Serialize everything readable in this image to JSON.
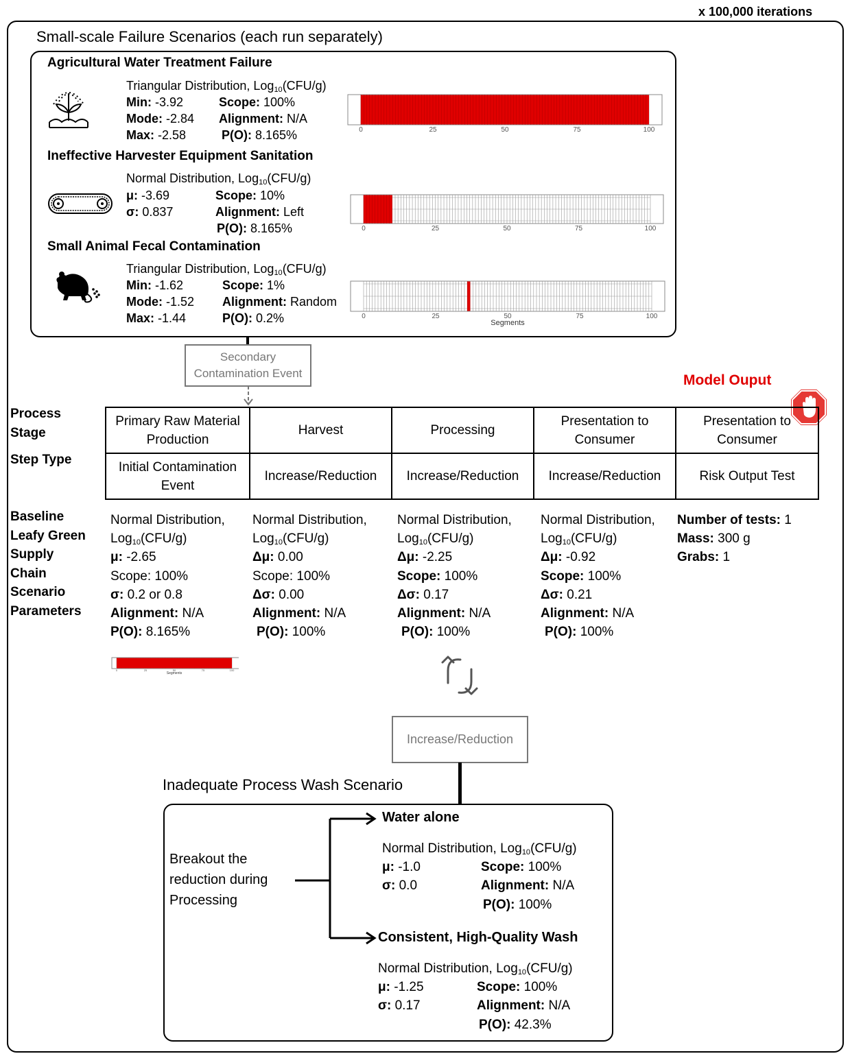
{
  "iterations": "x 100,000 iterations",
  "small_scale": {
    "title": "Small-scale Failure Scenarios (each run separately)",
    "scenarios": [
      {
        "title": "Agricultural Water Treatment Failure",
        "icon": "sprinkler-plant-icon",
        "dist": "Triangular Distribution, Log",
        "dist_sub": "10",
        "dist_unit": "(CFU/g)",
        "p1_k": "Min:",
        "p1_v": " -3.92",
        "p2_k": "Mode:",
        "p2_v": " -2.84",
        "p3_k": "Max:",
        "p3_v": " -2.58",
        "scope_k": "Scope:",
        "scope_v": " 100%",
        "align_k": "Alignment:",
        "align_v": " N/A",
        "po_k": "P(O):",
        "po_v": " 8.165%"
      },
      {
        "title": "Ineffective Harvester Equipment Sanitation",
        "icon": "conveyor-belt-icon",
        "dist": "Normal Distribution, Log",
        "dist_sub": "10",
        "dist_unit": "(CFU/g)",
        "p1_k": "μ:",
        "p1_v": " -3.69",
        "p2_k": "σ:",
        "p2_v": " 0.837",
        "scope_k": "Scope:",
        "scope_v": " 10%",
        "align_k": "Alignment:",
        "align_v": " Left",
        "po_k": "P(O):",
        "po_v": " 8.165%"
      },
      {
        "title": "Small Animal Fecal Contamination",
        "icon": "mouse-icon",
        "dist": "Triangular Distribution, Log",
        "dist_sub": "10",
        "dist_unit": "(CFU/g)",
        "p1_k": "Min:",
        "p1_v": " -1.62",
        "p2_k": "Mode:",
        "p2_v": " -1.52",
        "p3_k": "Max:",
        "p3_v": " -1.44",
        "scope_k": "Scope:",
        "scope_v": " 1%",
        "align_k": "Alignment:",
        "align_v": " Random",
        "po_k": "P(O):",
        "po_v": " 0.2%"
      }
    ],
    "segment_ticks": [
      "0",
      "25",
      "50",
      "75",
      "100"
    ],
    "segment_axis_label": "Segments"
  },
  "segment_strips": [
    {
      "from": 0,
      "to": 100
    },
    {
      "from": 0,
      "to": 10
    },
    {
      "from": 36,
      "to": 37
    },
    {
      "from": 0,
      "to": 100
    }
  ],
  "secondary_event": "Secondary Contamination Event",
  "model_output": "Model Ouput",
  "row_labels": {
    "process_stage": [
      "Process",
      "Stage"
    ],
    "step_type": "Step Type",
    "baseline": [
      "Baseline",
      "Leafy Green",
      "Supply",
      "Chain",
      "Scenario",
      "Parameters"
    ]
  },
  "stages": [
    "Primary Raw Material Production",
    "Harvest",
    "Processing",
    "Presentation to Consumer",
    "Presentation to Consumer"
  ],
  "step_types": [
    "Initial Contamination Event",
    "Increase/Reduction",
    "Increase/Reduction",
    "Increase/Reduction",
    "Risk Output Test"
  ],
  "baseline": {
    "c1": {
      "l1": "Normal Distribution,",
      "l2a": "Log",
      "l2sub": "10",
      "l2b": "(CFU/g)",
      "mu_k": "μ:",
      "mu_v": " -2.65",
      "scope": "Scope: 100%",
      "sig_k": "σ:",
      "sig_v": " 0.2 or 0.8",
      "al_k": "Alignment:",
      "al_v": " N/A",
      "po_k": "P(O):",
      "po_v": " 8.165%"
    },
    "c2": {
      "l1": "Normal Distribution,",
      "l2a": "Log",
      "l2sub": "10",
      "l2b": "(CFU/g)",
      "mu_k": "Δμ:",
      "mu_v": " 0.00",
      "scope": "Scope: 100%",
      "sig_k": "Δσ:",
      "sig_v": " 0.00",
      "al_k": "Alignment:",
      "al_v": " N/A",
      "po_k": "P(O):",
      "po_v": " 100%"
    },
    "c3": {
      "l1": "Normal Distribution,",
      "l2a": "Log",
      "l2sub": "10",
      "l2b": "(CFU/g)",
      "mu_k": "Δμ:",
      "mu_v": " -2.25",
      "scope_k": "Scope:",
      "scope_v": " 100%",
      "sig_k": "Δσ:",
      "sig_v": " 0.17",
      "al_k": "Alignment:",
      "al_v": " N/A",
      "po_k": "P(O):",
      "po_v": " 100%"
    },
    "c4": {
      "l1": "Normal Distribution,",
      "l2a": "Log",
      "l2sub": "10",
      "l2b": "(CFU/g)",
      "mu_k": "Δμ:",
      "mu_v": " -0.92",
      "scope_k": "Scope:",
      "scope_v": " 100%",
      "sig_k": "Δσ:",
      "sig_v": " 0.21",
      "al_k": "Alignment:",
      "al_v": " N/A",
      "po_k": "P(O):",
      "po_v": " 100%"
    },
    "c5": {
      "t_k": "Number of tests:",
      "t_v": " 1",
      "m_k": "Mass:",
      "m_v": " 300 g",
      "g_k": "Grabs:",
      "g_v": " 1"
    }
  },
  "cycle_icon": "cycle-arrows-icon",
  "inc_red_box": "Increase/Reduction",
  "wash": {
    "title": "Inadequate Process Wash Scenario",
    "breakout": [
      "Breakout the",
      "reduction during",
      "Processing"
    ],
    "water": {
      "title": "Water alone",
      "dist": "Normal Distribution, Log",
      "sub": "10",
      "unit": "(CFU/g)",
      "mu_k": "μ:",
      "mu_v": " -1.0",
      "sig_k": "σ:",
      "sig_v": " 0.0",
      "scope_k": "Scope:",
      "scope_v": " 100%",
      "al_k": "Alignment:",
      "al_v": " N/A",
      "po_k": "P(O):",
      "po_v": " 100%"
    },
    "hq": {
      "title": "Consistent, High-Quality Wash",
      "dist": "Normal Distribution, Log",
      "sub": "10",
      "unit": "(CFU/g)",
      "mu_k": "μ:",
      "mu_v": " -1.25",
      "sig_k": "σ:",
      "sig_v": " 0.17",
      "scope_k": "Scope:",
      "scope_v": " 100%",
      "al_k": "Alignment:",
      "al_v": " N/A",
      "po_k": "P(O):",
      "po_v": " 42.3%"
    }
  },
  "colors": {
    "contamination_red": "#e00000",
    "model_output_red": "#e00000",
    "gray": "#777777"
  }
}
